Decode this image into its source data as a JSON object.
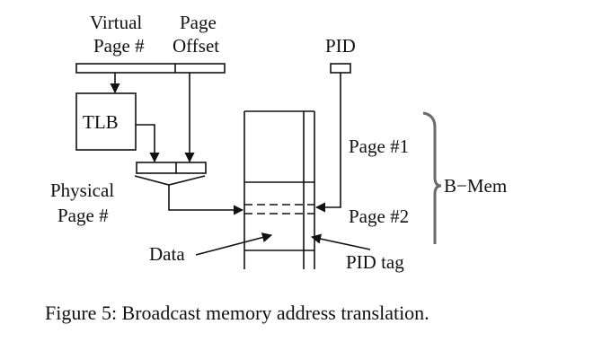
{
  "labels": {
    "virtual_page_line1": "Virtual",
    "virtual_page_line2": "Page #",
    "page_offset_line1": "Page",
    "page_offset_line2": "Offset",
    "pid": "PID",
    "tlb": "TLB",
    "physical_page_line1": "Physical",
    "physical_page_line2": "Page #",
    "data": "Data",
    "page1": "Page #1",
    "page2": "Page #2",
    "pid_tag": "PID tag",
    "b_mem": "B−Mem"
  },
  "caption": "Figure 5: Broadcast memory address translation.",
  "colors": {
    "ink": "#111111",
    "bracket": "#6b6b6b",
    "background": "#ffffff"
  }
}
